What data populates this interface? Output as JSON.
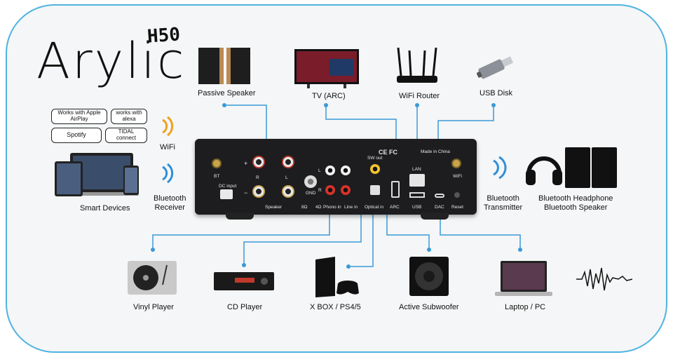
{
  "brand": {
    "name": "Arylic",
    "model": "H50"
  },
  "badges": {
    "airplay": "Works with Apple AirPlay",
    "alexa": "works with alexa",
    "spotify": "Spotify",
    "tidal": "TIDAL connect"
  },
  "devices": {
    "passive_speaker": "Passive Speaker",
    "tv": "TV (ARC)",
    "wifi_router": "WiFi Router",
    "usb_disk": "USB Disk",
    "wifi": "WiFi",
    "bluetooth_receiver": "Bluetooth\nReceiver",
    "smart_devices": "Smart Devices",
    "bluetooth_transmitter": "Bluetooth\nTransmitter",
    "bt_headphone": "Bluetooth Headphone\nBluetooth Speaker",
    "vinyl_player": "Vinyl Player",
    "cd_player": "CD Player",
    "xbox": "X BOX / PS4/5",
    "active_subwoofer": "Active Subwoofer",
    "laptop": "Laptop / PC"
  },
  "panel": {
    "bt": "BT",
    "dc_input": "DC input",
    "speaker": "Speaker",
    "r": "R",
    "l": "L",
    "plus": "+",
    "minus": "−",
    "gnd": "GND",
    "ohm8": "8Ω",
    "ohm4": "4Ω",
    "phono_in": "Phono in",
    "line_in": "Line in",
    "sw_out": "SW out",
    "optical_in": "Optical in",
    "arc": "ARC",
    "lan": "LAN",
    "usb": "USB",
    "dac": "DAC",
    "reset": "Reset",
    "wifi": "WiFi",
    "made_in": "Made in China",
    "cert": "CE FC"
  },
  "colors": {
    "wire": "#3a9ad9",
    "frame": "#4fb3e0",
    "wave": "#f0a020",
    "bt_wave": "#2f8fd8",
    "panel": "#1d1d1f"
  }
}
